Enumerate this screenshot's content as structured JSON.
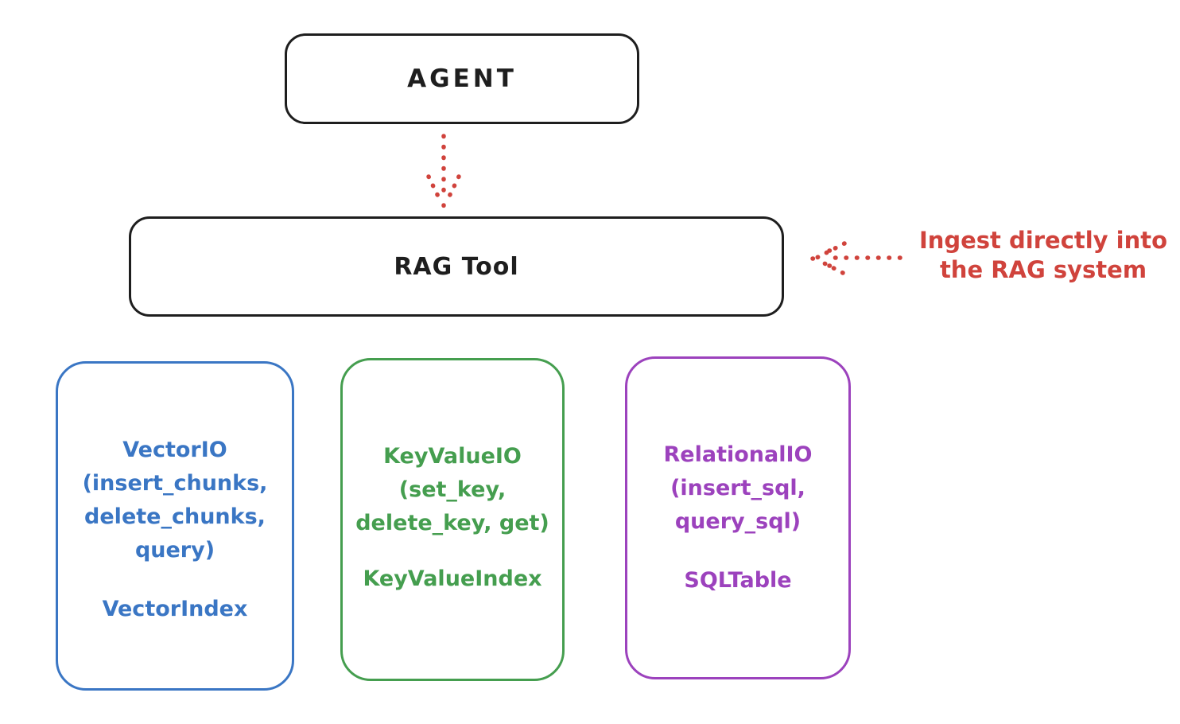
{
  "diagram": {
    "agent": {
      "label": "AGENT"
    },
    "rag_tool": {
      "label": "RAG Tool"
    },
    "annotation": {
      "line1": "Ingest directly into",
      "line2": "the RAG system"
    },
    "stores": [
      {
        "id": "vector-io",
        "lines": [
          "VectorIO",
          "(insert_chunks,",
          "delete_chunks,",
          "query)"
        ],
        "footer": "VectorIndex"
      },
      {
        "id": "keyvalue-io",
        "lines": [
          "KeyValueIO",
          "(set_key,",
          "delete_key, get)"
        ],
        "footer": "KeyValueIndex"
      },
      {
        "id": "relational-io",
        "lines": [
          "RelationalIO",
          "(insert_sql,",
          "query_sql)"
        ],
        "footer": "SQLTable"
      }
    ],
    "colors": {
      "stroke_black": "#1e1e1e",
      "arrow_red": "#d0433c",
      "vector_blue": "#3a76c4",
      "keyvalue_green": "#459e4f",
      "relational_purple": "#9c42bd"
    }
  }
}
